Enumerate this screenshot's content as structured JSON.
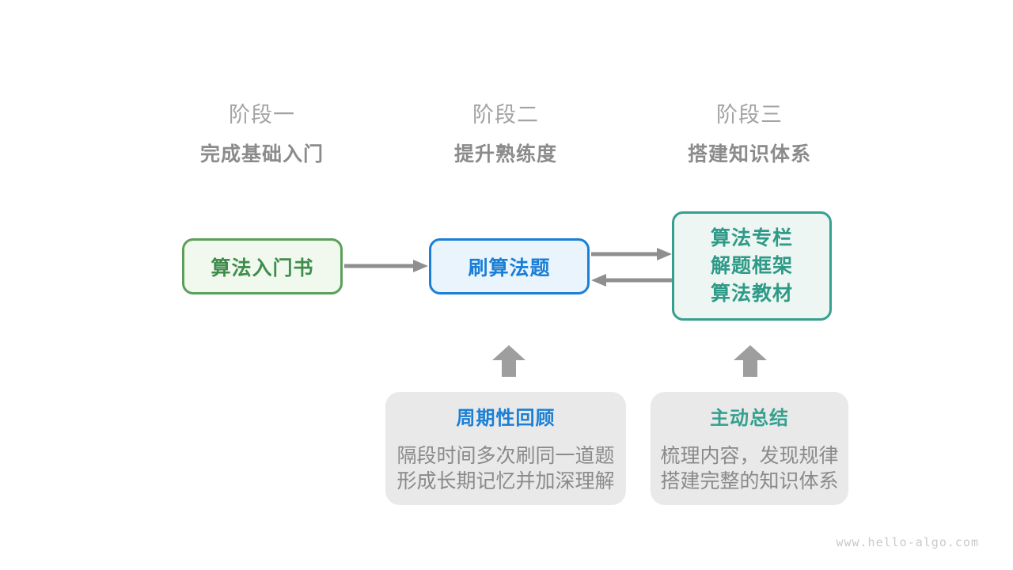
{
  "page": {
    "background_color": "#ffffff",
    "watermark": "www.hello-algo.com"
  },
  "stages": [
    {
      "label": "阶段一",
      "subtitle": "完成基础入门"
    },
    {
      "label": "阶段二",
      "subtitle": "提升熟练度"
    },
    {
      "label": "阶段三",
      "subtitle": "搭建知识体系"
    }
  ],
  "nodes": {
    "intro_book": {
      "label": "算法入门书",
      "border_color": "#5aa05a",
      "fill_color": "#f1f8ee",
      "text_color": "#3e8d4c"
    },
    "practice": {
      "label": "刷算法题",
      "border_color": "#1c7fd6",
      "fill_color": "#e9f4fd",
      "text_color": "#1a7fd5"
    },
    "resources": {
      "lines": [
        "算法专栏",
        "解题框架",
        "算法教材"
      ],
      "border_color": "#36a08e",
      "fill_color": "#edf6f2",
      "text_color": "#2f9a88"
    }
  },
  "notes": [
    {
      "title": "周期性回顾",
      "title_color": "#1a7fd5",
      "lines": [
        "隔段时间多次刷同一道题",
        "形成长期记忆并加深理解"
      ]
    },
    {
      "title": "主动总结",
      "title_color": "#35a08e",
      "lines": [
        "梳理内容，发现规律",
        "搭建完整的知识体系"
      ]
    }
  ],
  "arrows": {
    "line_color": "#8f8f8f",
    "block_color": "#9e9e9e"
  }
}
